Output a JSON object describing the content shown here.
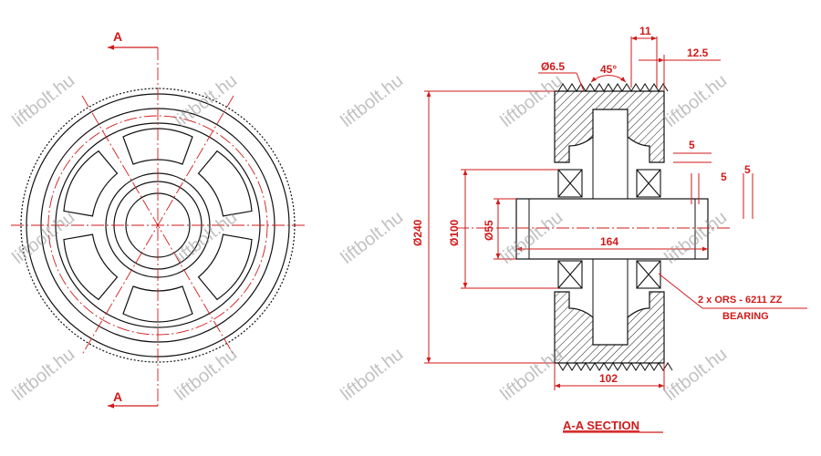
{
  "section_marks": {
    "top": "A",
    "bottom": "A"
  },
  "dimensions": {
    "d240": "Ø240",
    "d100": "Ø100",
    "d55": "Ø55",
    "d6_5": "Ø6.5",
    "angle": "45°",
    "w11": "11",
    "w12_5": "12.5",
    "w5a": "5",
    "w5b": "5",
    "w5c": "5",
    "len164": "164",
    "len102": "102"
  },
  "bearing_note": {
    "line1": "2 x ORS - 6211 ZZ",
    "line2": "BEARING"
  },
  "section_title": "A-A SECTION",
  "watermark": "liftbolt.hu",
  "colors": {
    "dimension": "#d11a1a",
    "outline": "#111111",
    "watermark": "#8f8f8f"
  }
}
